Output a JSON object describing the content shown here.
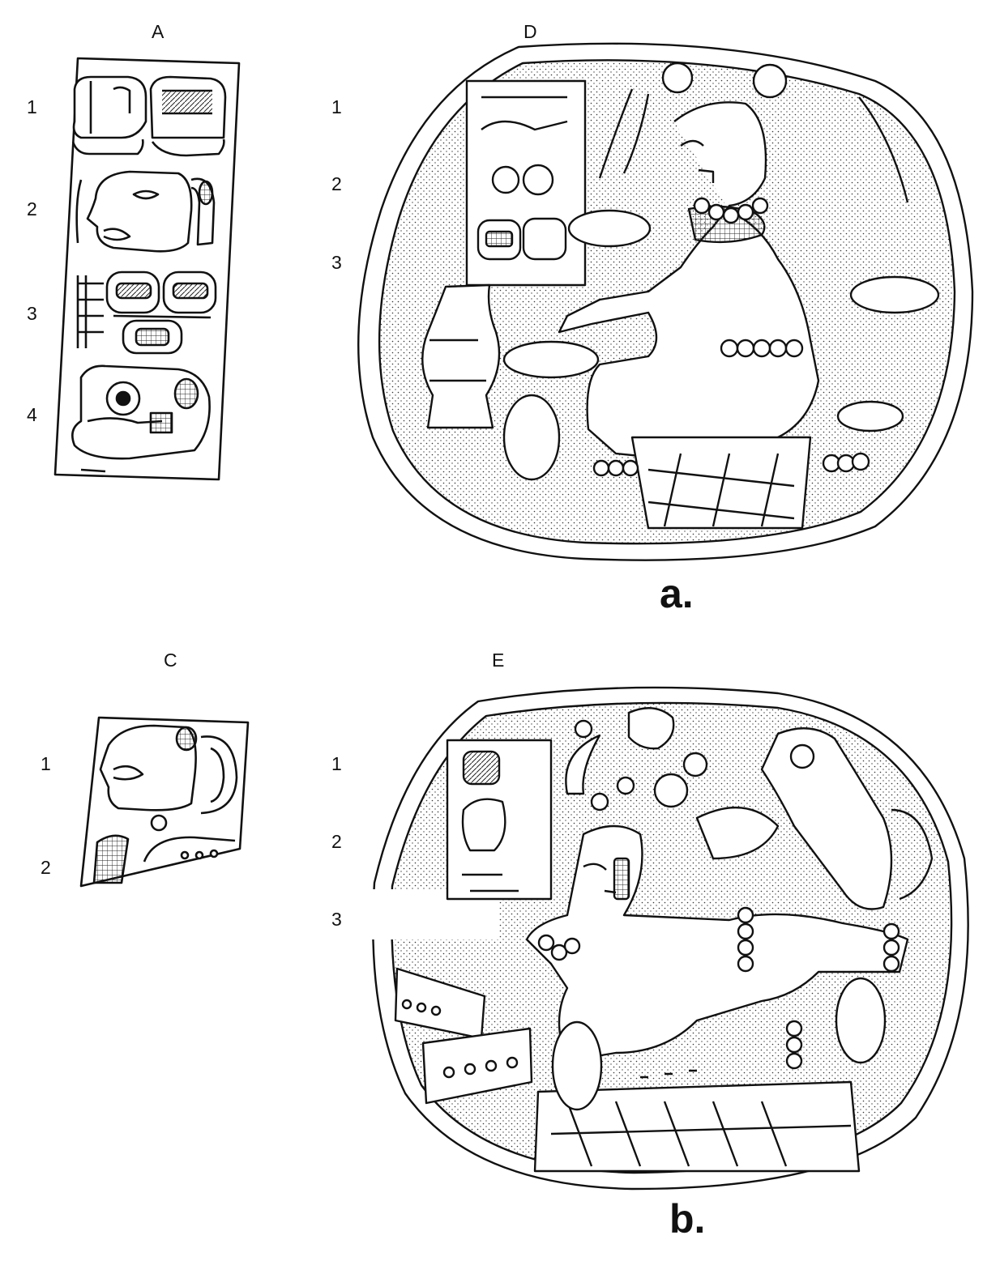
{
  "figure_a": {
    "column_labels": [
      "A",
      "D"
    ],
    "row_labels_left": [
      "1",
      "2",
      "3",
      "4"
    ],
    "row_labels_scene": [
      "1",
      "2",
      "3"
    ],
    "panel_letter": "a."
  },
  "figure_b": {
    "column_labels": [
      "C",
      "E"
    ],
    "row_labels_left": [
      "1",
      "2"
    ],
    "row_labels_scene": [
      "1",
      "2",
      "3"
    ],
    "panel_letter": "b."
  }
}
